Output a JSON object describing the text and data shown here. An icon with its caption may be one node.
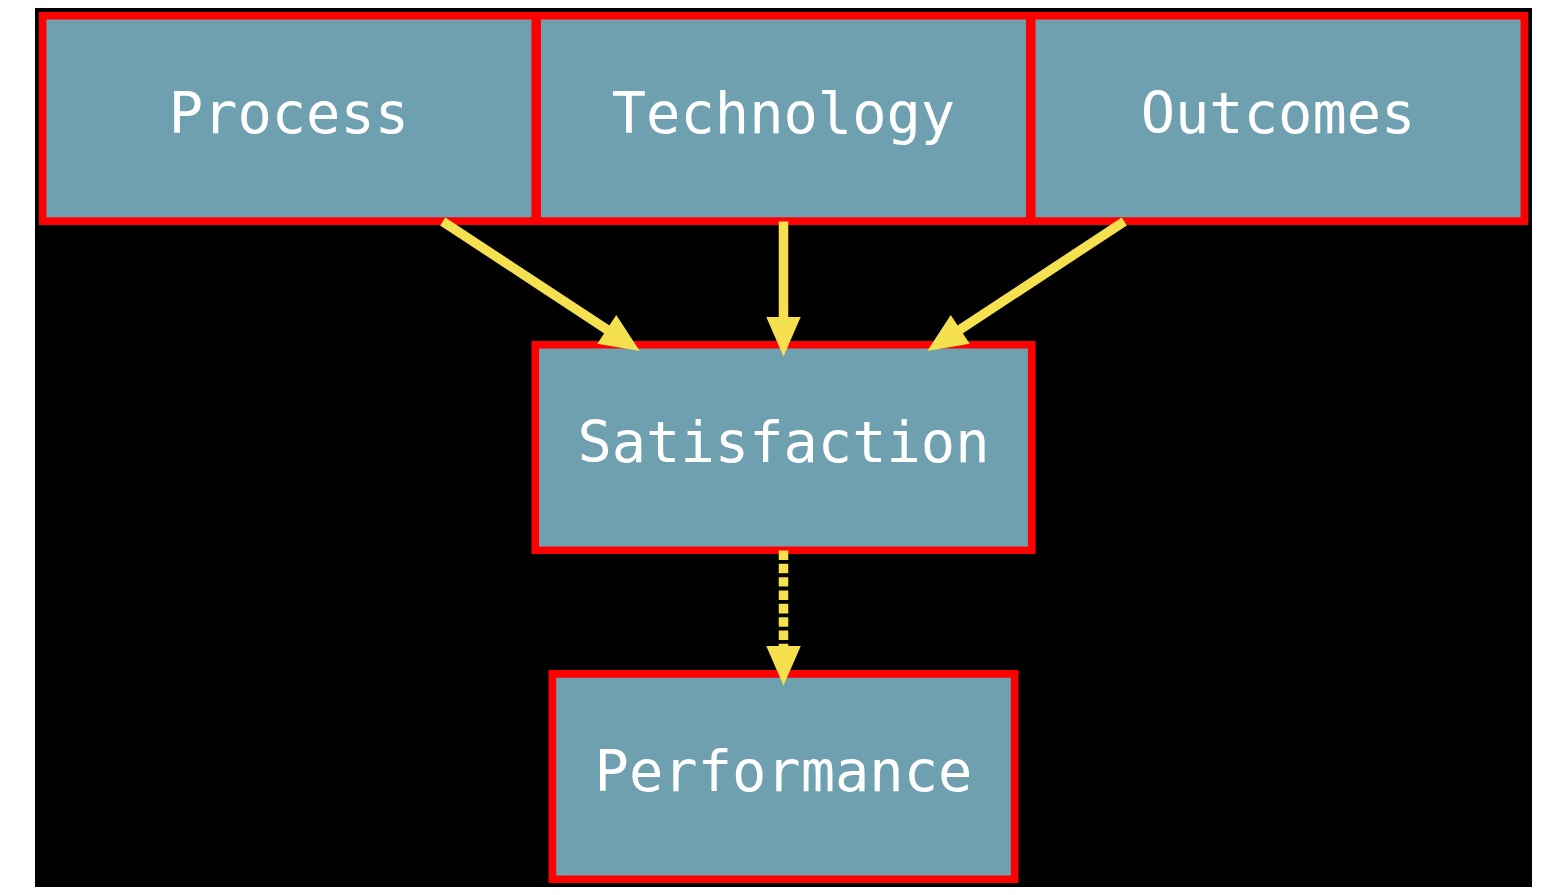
{
  "diagram": {
    "nodes": [
      {
        "text": [
          "Process"
        ]
      },
      {
        "text": [
          "Technology"
        ]
      },
      {
        "text": [
          "Outcomes"
        ]
      },
      {
        "text": [
          "Satisfaction"
        ]
      },
      {
        "text": [
          "Performance"
        ]
      }
    ],
    "edges": [
      {
        "from": 0,
        "to": 3,
        "arrow": "to"
      },
      {
        "from": 1,
        "to": 3,
        "arrow": "to"
      },
      {
        "from": 2,
        "to": 3,
        "arrow": "to"
      },
      {
        "from": 3,
        "to": 4,
        "arrow": "to",
        "style": "dashed"
      }
    ]
  }
}
